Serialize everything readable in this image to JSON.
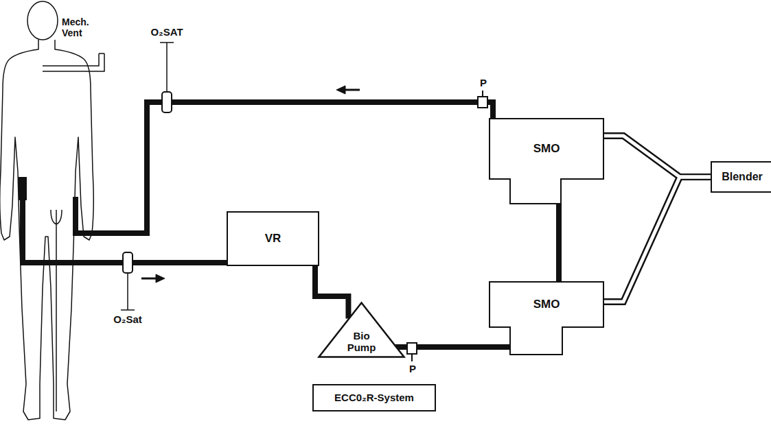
{
  "diagram": {
    "nodes": [
      {
        "text": [
          "O₂SAT"
        ]
      },
      {
        "text": [
          "SMO"
        ]
      },
      {
        "text": [
          "Blender"
        ]
      },
      {
        "text": [
          "VR"
        ]
      },
      {
        "text": [
          "O₂Sat"
        ]
      },
      {
        "text": [
          "SMO"
        ]
      },
      {
        "text": [
          "Bio Pump"
        ]
      },
      {
        "text": [
          "ECC0₂R-System"
        ]
      }
    ],
    "edges": [
      {
        "from": 1,
        "to": 0,
        "arrow": "none"
      },
      {
        "from": 4,
        "to": 3,
        "arrow": "none"
      },
      {
        "from": 3,
        "to": 6,
        "arrow": "none"
      },
      {
        "from": 6,
        "to": 5,
        "arrow": "none"
      },
      {
        "from": 5,
        "to": 1,
        "arrow": "none"
      },
      {
        "from": 2,
        "to": 1,
        "arrow": "none"
      },
      {
        "from": 2,
        "to": 5,
        "arrow": "none"
      }
    ],
    "labels": [
      "Mech. Vent",
      "P",
      "P"
    ]
  }
}
